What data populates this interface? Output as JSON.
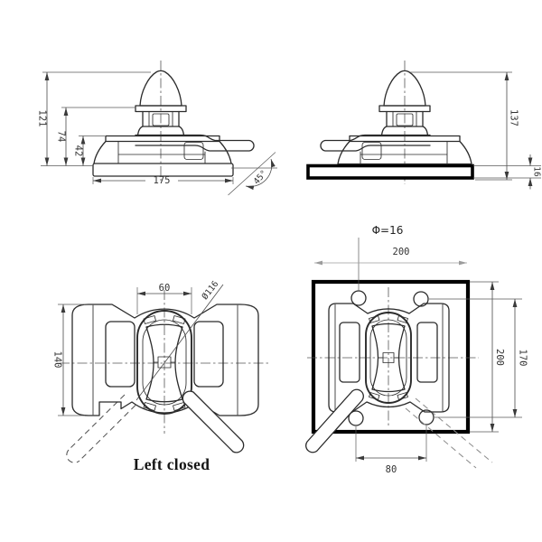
{
  "views": {
    "front": {
      "dims": {
        "total_height": "121",
        "upper_height": "74",
        "lower_height": "42",
        "base_width": "175",
        "chamfer_angle": "45°"
      }
    },
    "side": {
      "dims": {
        "total_height": "137",
        "plate_thickness": "16"
      }
    },
    "plan": {
      "caption": "Left closed",
      "dims": {
        "head_width": "60",
        "boss_diameter": "Ø116",
        "body_length": "140"
      }
    },
    "plan_plate": {
      "dims": {
        "hole_diameter": "Φ=16",
        "plate_width": "200",
        "plate_height": "200",
        "hole_pitch_vertical": "170",
        "hole_pitch_horizontal": "80"
      }
    }
  }
}
